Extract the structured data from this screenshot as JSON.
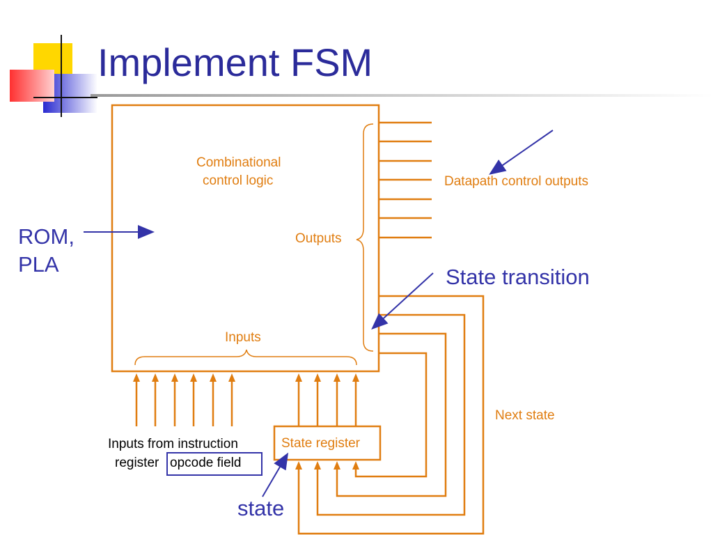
{
  "title": "Implement FSM",
  "labels": {
    "combinational_line1": "Combinational",
    "combinational_line2": "control logic",
    "outputs": "Outputs",
    "inputs": "Inputs",
    "datapath_outputs": "Datapath control outputs",
    "state_transition": "State transition",
    "rom_line1": "ROM,",
    "rom_line2": "PLA",
    "next_state": "Next state",
    "state_register": "State register",
    "instr_line1": "Inputs from instruction",
    "instr_line2a": "register",
    "instr_line2b": "opcode field",
    "state": "state"
  },
  "colors": {
    "accent_orange": "#e07d10",
    "accent_blue": "#3333a8",
    "title_blue": "#2b2b9a"
  }
}
